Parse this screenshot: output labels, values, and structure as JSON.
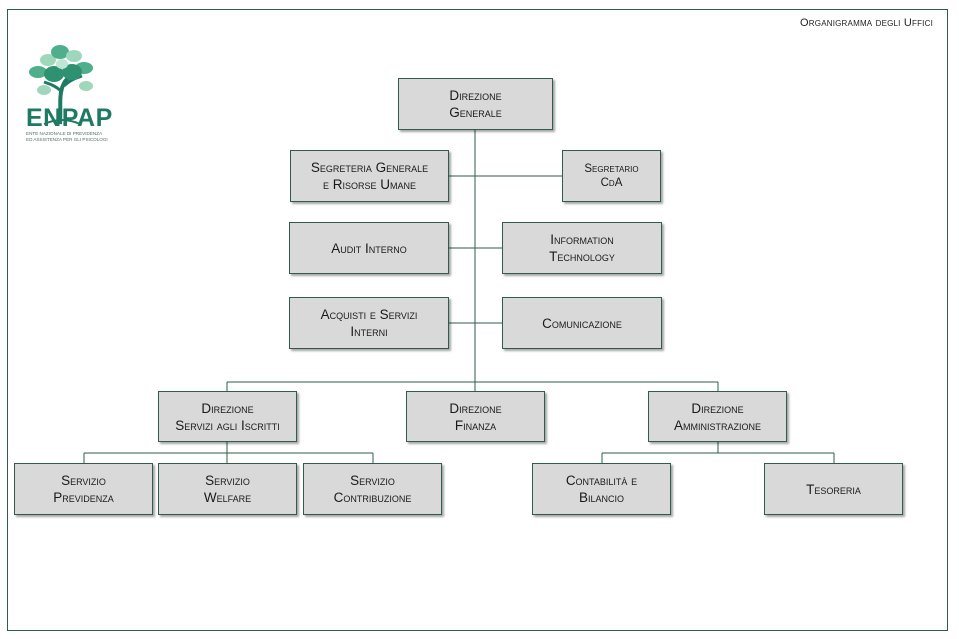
{
  "header": {
    "title": "Organigramma degli Uffici"
  },
  "logo": {
    "name": "ENPAP",
    "subtitle": "Ente Nazionale di Previdenza\ned Assistenza per gli Psicologi",
    "colors": {
      "dark": "#1f7a63",
      "mid": "#4fae8c",
      "light": "#9fd7bd"
    }
  },
  "org": {
    "direzione_generale": "Direzione\nGenerale",
    "segreteria_generale": "Segreteria Generale\ne Risorse Umane",
    "segretario_cda": "Segretario\nCdA",
    "audit_interno": "Audit Interno",
    "information_technology": "Information\nTechnology",
    "acquisti_servizi": "Acquisti e Servizi\nInterni",
    "comunicazione": "Comunicazione",
    "direzione_servizi_iscritti": "Direzione\nServizi agli Iscritti",
    "direzione_finanza": "Direzione\nFinanza",
    "direzione_amministrazione": "Direzione\nAmministrazione",
    "servizio_previdenza": "Servizio\nPrevidenza",
    "servizio_welfare": "Servizio\nWelfare",
    "servizio_contribuzione": "Servizio\nContribuzione",
    "contabilita_bilancio": "Contabilità e\nBilancio",
    "tesoreria": "Tesoreria"
  },
  "colors": {
    "border": "#2f5d4a",
    "box_fill": "#d9d9d9",
    "line": "#2f5d4a"
  }
}
